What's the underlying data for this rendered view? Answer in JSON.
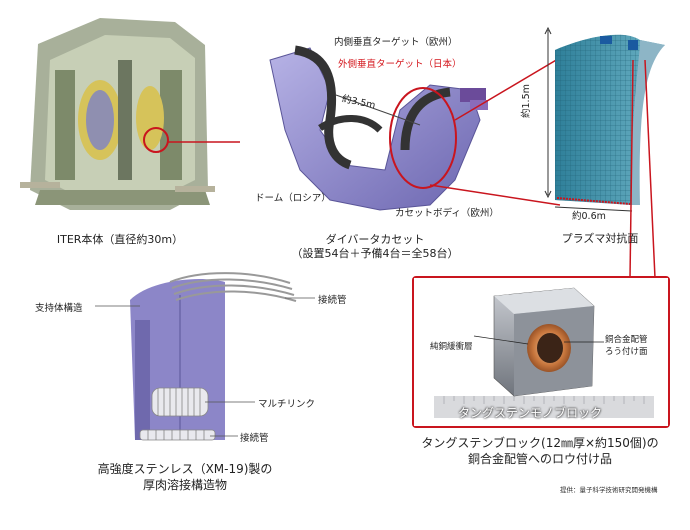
{
  "iter": {
    "caption": "ITER本体（直径約30m）"
  },
  "cassette": {
    "label_inner_target": "内側垂直ターゲット（欧州）",
    "label_outer_target": "外側垂直ターゲット（日本）",
    "label_length": "約3.5m",
    "label_dome": "ドーム（ロシア）",
    "label_body": "カセットボディ（欧州）",
    "caption_line1": "ダイバータカセット",
    "caption_line2": "（設置54台＋予備4台＝全58台）"
  },
  "plasma": {
    "label_height": "約1.5m",
    "label_width": "約0.6m",
    "caption": "プラズマ対抗面"
  },
  "support": {
    "label_structure": "支持体構造",
    "label_pipe_top": "接続管",
    "label_multilink": "マルチリンク",
    "label_pipe_bottom": "接続管",
    "caption_line1": "高強度ステンレス（XM-19)製の",
    "caption_line2": "厚肉溶接構造物"
  },
  "tungsten": {
    "label_buffer": "純銅緩衝層",
    "label_pipe_line1": "銅合金配管",
    "label_pipe_line2": "ろう付け面",
    "photo_caption": "タングステンモノブロック",
    "caption_line1": "タングステンブロック(12㎜厚×約150個)の",
    "caption_line2": "銅合金配管へのロウ付け品"
  },
  "credit": "提供：量子科学技術研究開発機構",
  "colors": {
    "accent_red": "#c9151e",
    "purple": "#8c86c8",
    "mesh": "#3c8fa8"
  }
}
